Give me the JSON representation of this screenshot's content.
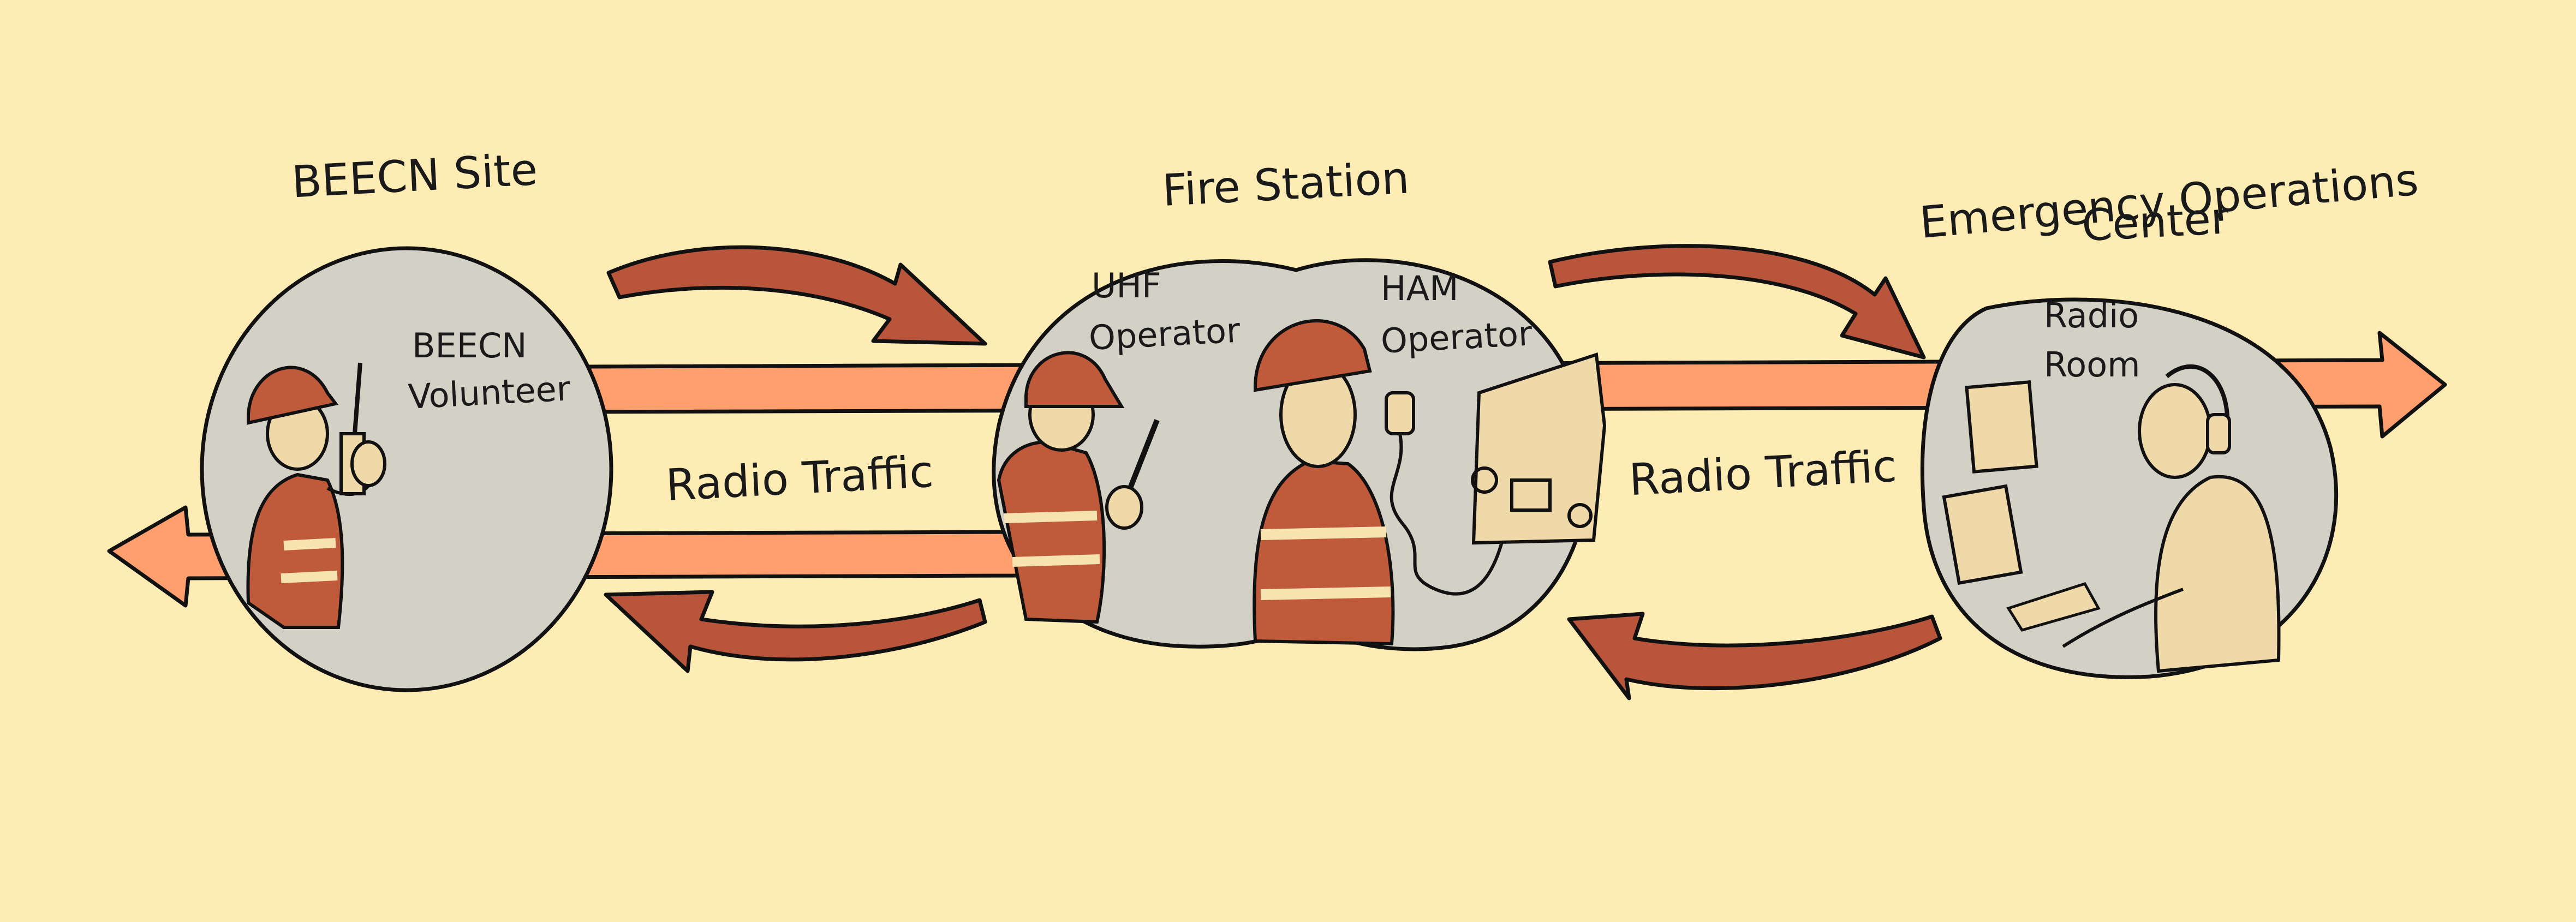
{
  "titles": {
    "beecn_site": "BEECN Site",
    "fire_station": "Fire Station",
    "eoc_line1": "Emergency Operations",
    "eoc_line2": "Center"
  },
  "labels": {
    "beecn_volunteer_line1": "BEECN",
    "beecn_volunteer_line2": "Volunteer",
    "uhf_line1": "UHF",
    "uhf_line2": "Operator",
    "ham_line1": "HAM",
    "ham_line2": "Operator",
    "radio_room_line1": "Radio",
    "radio_room_line2": "Room"
  },
  "links": {
    "left": "Radio Traffic",
    "right": "Radio Traffic"
  },
  "colors": {
    "background": "#fdecb4",
    "circle_fill": "#d3d0c6",
    "arrow_fill": "#ff9f6e",
    "curved_arrow_fill": "#b8553a",
    "helmet": "#bf5a3a",
    "skin": "#f0d9a8",
    "vest_stripe": "#f6e3b0"
  }
}
